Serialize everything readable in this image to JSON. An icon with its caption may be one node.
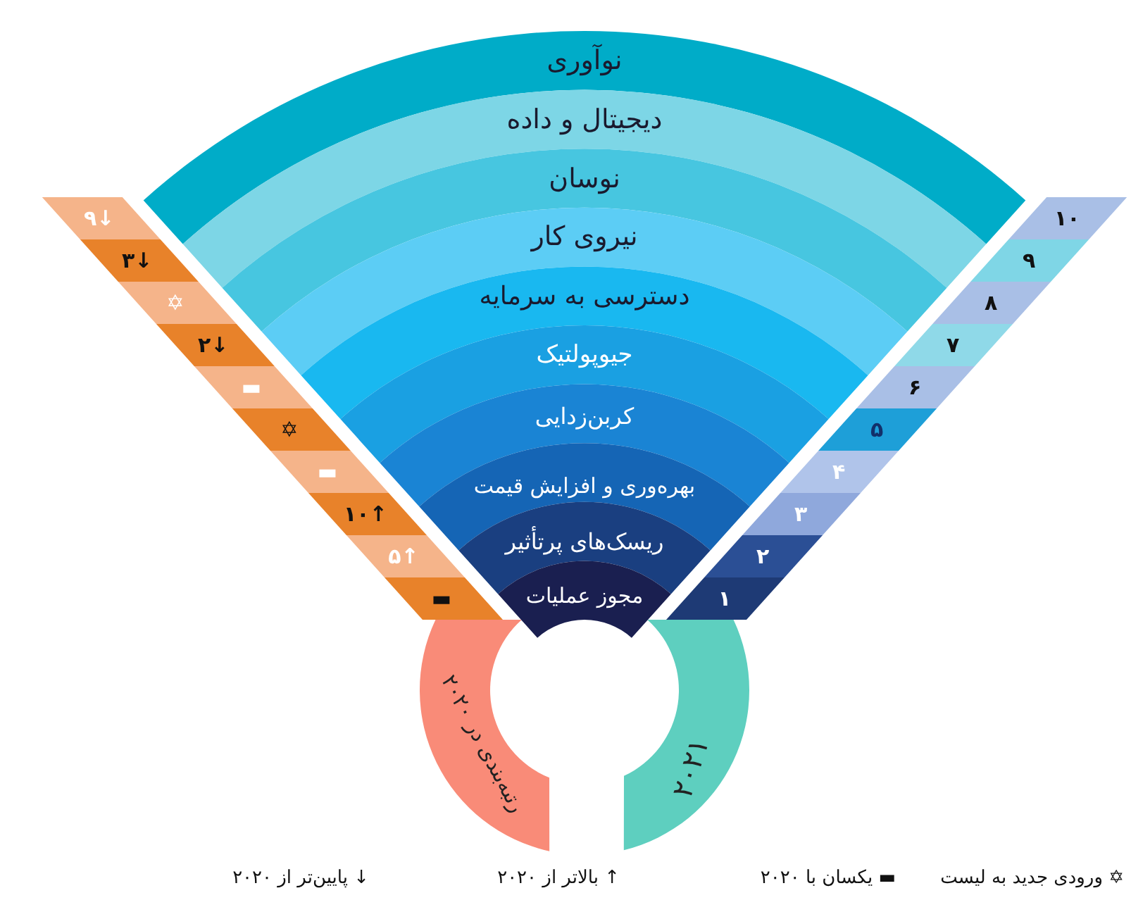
{
  "diagram": {
    "nodes": [
      {
        "text": [
          "نوآوری"
        ]
      },
      {
        "text": [
          "دیجیتال و داده"
        ]
      },
      {
        "text": [
          "نوسان"
        ]
      },
      {
        "text": [
          "نیروی کار"
        ]
      },
      {
        "text": [
          "دسترسی به سرمایه"
        ]
      },
      {
        "text": [
          "جیوپولتیک"
        ]
      },
      {
        "text": [
          "کربن‌زدایی"
        ]
      },
      {
        "text": [
          "بهره‌وری و افزایش قیمت"
        ]
      },
      {
        "text": [
          "ریسک‌های پرتأثیر"
        ]
      },
      {
        "text": [
          "مجوز عملیات"
        ]
      },
      {
        "text": [
          "۹↓"
        ]
      },
      {
        "text": [
          "۳↓"
        ]
      },
      {
        "text": [
          "✡"
        ]
      },
      {
        "text": [
          "۲↓"
        ]
      },
      {
        "text": [
          "▬"
        ]
      },
      {
        "text": [
          "✡"
        ]
      },
      {
        "text": [
          "▬"
        ]
      },
      {
        "text": [
          "۱۰↑"
        ]
      },
      {
        "text": [
          "۵↑"
        ]
      },
      {
        "text": [
          "▬"
        ]
      },
      {
        "text": [
          "۱۰"
        ]
      },
      {
        "text": [
          "۹"
        ]
      },
      {
        "text": [
          "۸"
        ]
      },
      {
        "text": [
          "۷"
        ]
      },
      {
        "text": [
          "۶"
        ]
      },
      {
        "text": [
          "۵"
        ]
      },
      {
        "text": [
          "۴"
        ]
      },
      {
        "text": [
          "۳"
        ]
      },
      {
        "text": [
          "۲"
        ]
      },
      {
        "text": [
          "۱"
        ]
      },
      {
        "text": [
          "رتبه‌بندی در ۲۰۲۰"
        ]
      },
      {
        "text": [
          "۲۰۲۱"
        ]
      }
    ],
    "legend": [
      {
        "text": "✡ ورودی جدید به لیست"
      },
      {
        "text": "▬ یکسان با ۲۰۲۰"
      },
      {
        "text": "↑ بالاتر از ۲۰۲۰"
      },
      {
        "text": "↓ پایین‌تر از ۲۰۲۰"
      }
    ]
  }
}
